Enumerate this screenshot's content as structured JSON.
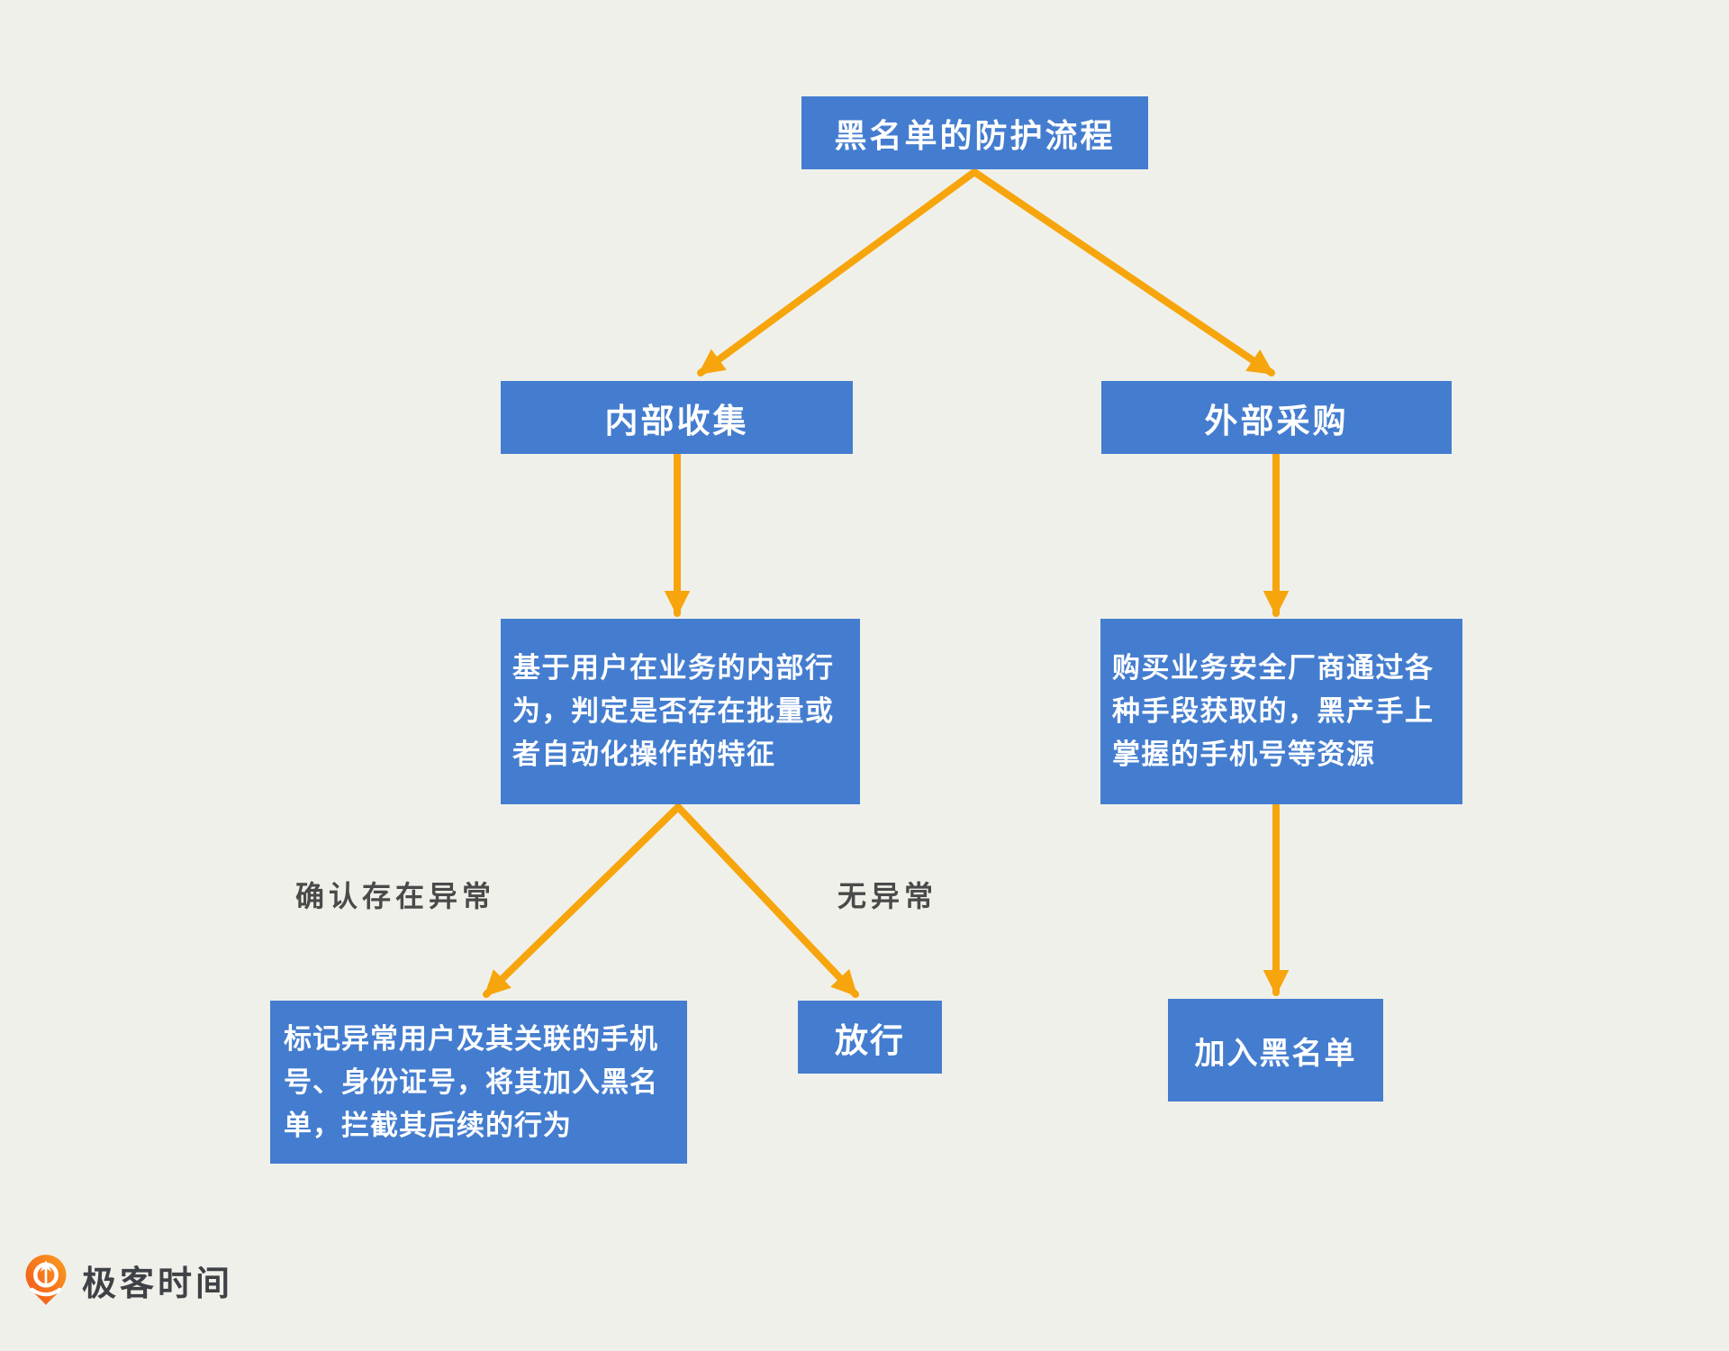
{
  "page": {
    "background": "#F0F0EA"
  },
  "flowchart": {
    "title": "黑名单的防护流程",
    "nodes": {
      "internal_collect": "内部收集",
      "external_purchase": "外部采购",
      "internal_detail": "基于用户在业务的内部行\n为，判定是否存在批量或\n者自动化操作的特征",
      "external_detail": "购买业务安全厂商通过各\n种手段获取的，黑产手上\n掌握的手机号等资源",
      "mark_blacklist": "标记异常用户及其关联的手机\n号、身份证号，将其加入黑名\n单，拦截其后续的行为",
      "release": "放行",
      "join_blacklist": "加入黑名单"
    },
    "edge_labels": {
      "abnormal_confirmed": "确认存在异常",
      "no_abnormal": "无异常"
    },
    "colors": {
      "node_fill": "#447DCF",
      "node_text": "#FFFFFF",
      "arrow": "#F7A50C",
      "edge_label_text": "#4A4A4A"
    }
  },
  "branding": {
    "logo_text": "极客时间",
    "logo_colors": {
      "gradient_start": "#F1511B",
      "gradient_end": "#FB9E1E",
      "text": "#3E4145"
    }
  }
}
